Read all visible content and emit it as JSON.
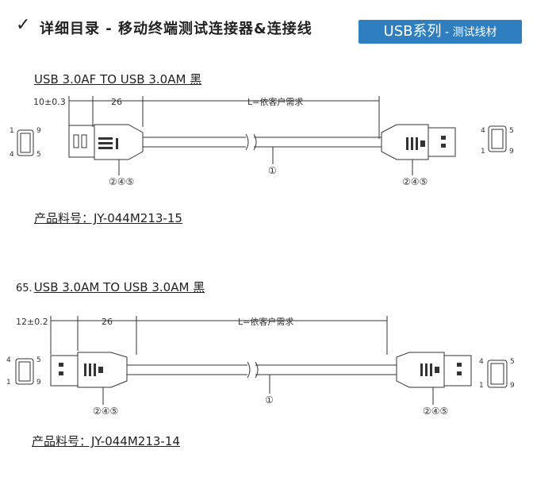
{
  "header": {
    "check": "✓",
    "title": "详细目录 - 移动终端测试连接器&连接线",
    "badge_main": "USB系列",
    "badge_sub": " - 测试线材"
  },
  "section1": {
    "title": "USB 3.0AF TO USB 3.0AM 黑",
    "dim_tol": "10±0.3",
    "dim_body": "26",
    "dim_length": "L=依客户需求",
    "callout_left": "②④⑤",
    "callout_center": "①",
    "callout_right": "②④⑤",
    "pin_l_top_left": "1",
    "pin_l_top_right": "9",
    "pin_l_bot_left": "4",
    "pin_l_bot_right": "5",
    "pin_r_top_left": "4",
    "pin_r_top_right": "5",
    "pin_r_bot_left": "1",
    "pin_r_bot_right": "9",
    "part_label": "产品料号：JY-044M213-15"
  },
  "section2": {
    "number": "65.",
    "title": "USB 3.0AM TO USB 3.0AM 黑",
    "dim_tol": "12±0.2",
    "dim_body": "26",
    "dim_length": "L=依客户需求",
    "callout_left": "②④⑤",
    "callout_center": "①",
    "callout_right": "②④⑤",
    "pin_l_top_left": "4",
    "pin_l_top_right": "5",
    "pin_l_bot_left": "1",
    "pin_l_bot_right": "9",
    "pin_r_top_left": "4",
    "pin_r_top_right": "5",
    "pin_r_bot_left": "1",
    "pin_r_bot_right": "9",
    "part_label": "产品料号：JY-044M213-14"
  }
}
